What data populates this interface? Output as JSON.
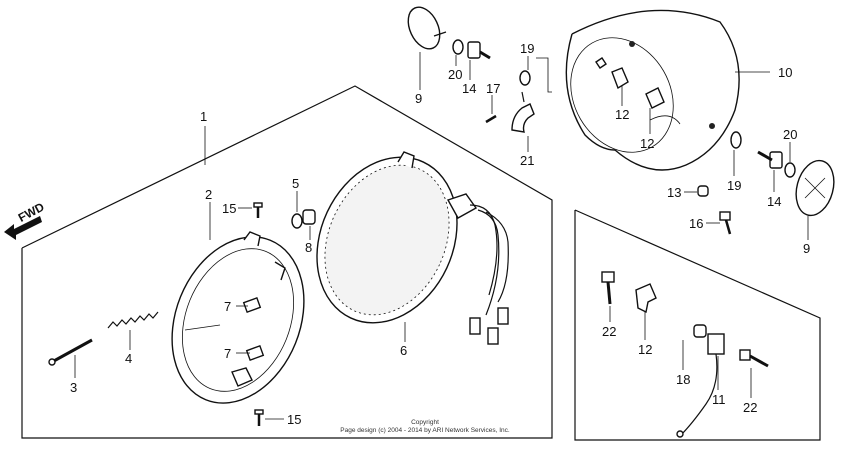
{
  "direction_label": "FWD",
  "copyright": {
    "line1": "Copyright",
    "line2": "Page design (c) 2004 - 2014 by ARI Network Services, Inc."
  },
  "callouts": [
    {
      "id": "c-1",
      "text": "1"
    },
    {
      "id": "c-2",
      "text": "2"
    },
    {
      "id": "c-3",
      "text": "3"
    },
    {
      "id": "c-4",
      "text": "4"
    },
    {
      "id": "c-5",
      "text": "5"
    },
    {
      "id": "c-6",
      "text": "6"
    },
    {
      "id": "c-7a",
      "text": "7"
    },
    {
      "id": "c-7b",
      "text": "7"
    },
    {
      "id": "c-8",
      "text": "8"
    },
    {
      "id": "c-9a",
      "text": "9"
    },
    {
      "id": "c-9b",
      "text": "9"
    },
    {
      "id": "c-10",
      "text": "10"
    },
    {
      "id": "c-11",
      "text": "11"
    },
    {
      "id": "c-12a",
      "text": "12"
    },
    {
      "id": "c-12b",
      "text": "12"
    },
    {
      "id": "c-12c",
      "text": "12"
    },
    {
      "id": "c-13",
      "text": "13"
    },
    {
      "id": "c-14a",
      "text": "14"
    },
    {
      "id": "c-14b",
      "text": "14"
    },
    {
      "id": "c-15a",
      "text": "15"
    },
    {
      "id": "c-15b",
      "text": "15"
    },
    {
      "id": "c-16",
      "text": "16"
    },
    {
      "id": "c-17",
      "text": "17"
    },
    {
      "id": "c-18",
      "text": "18"
    },
    {
      "id": "c-19a",
      "text": "19"
    },
    {
      "id": "c-19b",
      "text": "19"
    },
    {
      "id": "c-20a",
      "text": "20"
    },
    {
      "id": "c-20b",
      "text": "20"
    },
    {
      "id": "c-21",
      "text": "21"
    },
    {
      "id": "c-22a",
      "text": "22"
    },
    {
      "id": "c-22b",
      "text": "22"
    }
  ]
}
